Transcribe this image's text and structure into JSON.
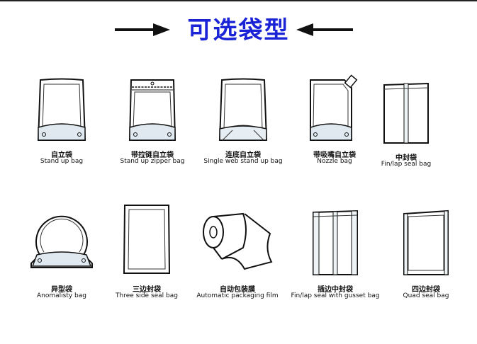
{
  "header": {
    "title": "可选袋型",
    "arrow_left_icon": "arrow-right-icon",
    "arrow_right_icon": "arrow-left-icon",
    "title_color": "#1a23d6"
  },
  "bags": [
    {
      "cn": "自立袋",
      "en": "Stand up bag",
      "icon": "stand-up-bag-icon"
    },
    {
      "cn": "带拉链自立袋",
      "en": "Stand up zipper bag",
      "icon": "zipper-stand-up-bag-icon"
    },
    {
      "cn": "连底自立袋",
      "en": "Single web stand up bag",
      "icon": "single-web-stand-up-bag-icon"
    },
    {
      "cn": "带吸嘴自立袋",
      "en": "Nozzle bag",
      "icon": "nozzle-bag-icon"
    },
    {
      "cn": "中封袋",
      "en": "Fin/lap seal bag",
      "icon": "fin-seal-bag-icon"
    },
    {
      "cn": "异型袋",
      "en": "Anomalisty bag",
      "icon": "shaped-bag-icon"
    },
    {
      "cn": "三边封袋",
      "en": "Three side seal bag",
      "icon": "three-side-seal-bag-icon"
    },
    {
      "cn": "自动包装膜",
      "en": "Automatic packaging film",
      "icon": "film-roll-icon"
    },
    {
      "cn": "插边中封袋",
      "en": "Fin/lap seal with gusset bag",
      "icon": "gusset-fin-seal-bag-icon"
    },
    {
      "cn": "四边封袋",
      "en": "Quad seal bag",
      "icon": "quad-seal-bag-icon"
    }
  ]
}
